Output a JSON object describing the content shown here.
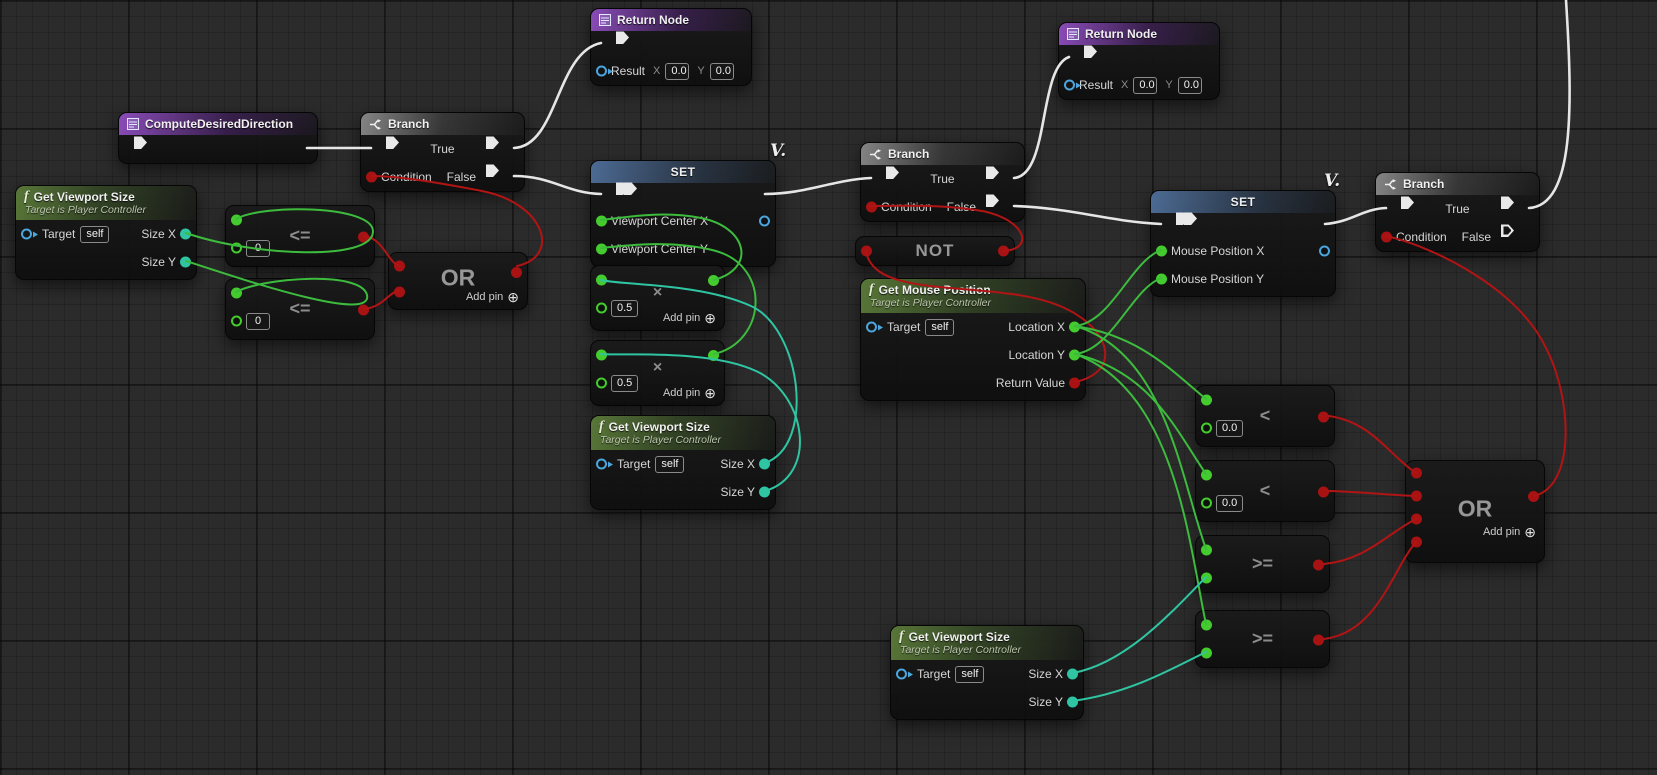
{
  "decor": {
    "v1": "V.",
    "v2": "V."
  },
  "colors": {
    "exec_wire": "#e6e6e6",
    "bool_wire": "#b11414",
    "float_wire": "#3dbb3d",
    "vector_wire": "#2fc5a2",
    "object_pin": "#4ba6dd",
    "float_pin": "#44cc2e",
    "bool_pin": "#a81212"
  },
  "nodes": {
    "return1": {
      "title": "Return Node",
      "result": "Result",
      "x_label": "X",
      "x_value": "0.0",
      "y_label": "Y",
      "y_value": "0.0"
    },
    "return2": {
      "title": "Return Node",
      "result": "Result",
      "x_label": "X",
      "x_value": "0.0",
      "y_label": "Y",
      "y_value": "0.0"
    },
    "compute": {
      "title": "ComputeDesiredDirection"
    },
    "branch1": {
      "title": "Branch",
      "condition": "Condition",
      "true_label": "True",
      "false_label": "False"
    },
    "branch2": {
      "title": "Branch",
      "condition": "Condition",
      "true_label": "True",
      "false_label": "False"
    },
    "branch3": {
      "title": "Branch",
      "condition": "Condition",
      "true_label": "True",
      "false_label": "False"
    },
    "gvs1": {
      "title": "Get Viewport Size",
      "subtitle": "Target is Player Controller",
      "target": "Target",
      "self_value": "self",
      "size_x": "Size X",
      "size_y": "Size Y"
    },
    "gvs2": {
      "title": "Get Viewport Size",
      "subtitle": "Target is Player Controller",
      "target": "Target",
      "self_value": "self",
      "size_x": "Size X",
      "size_y": "Size Y"
    },
    "gvs3": {
      "title": "Get Viewport Size",
      "subtitle": "Target is Player Controller",
      "target": "Target",
      "self_value": "self",
      "size_x": "Size X",
      "size_y": "Size Y"
    },
    "gmp": {
      "title": "Get Mouse Position",
      "subtitle": "Target is Player Controller",
      "target": "Target",
      "self_value": "self",
      "location_x": "Location X",
      "location_y": "Location Y",
      "return_value": "Return Value"
    },
    "set1": {
      "title": "SET",
      "pin1": "Viewport Center X",
      "pin2": "Viewport Center Y"
    },
    "set2": {
      "title": "SET",
      "pin1": "Mouse Position X",
      "pin2": "Mouse Position Y"
    },
    "lte1": {
      "op": "<=",
      "value": "0"
    },
    "lte2": {
      "op": "<=",
      "value": "0"
    },
    "lt1": {
      "op": "<",
      "value": "0.0"
    },
    "lt2": {
      "op": "<",
      "value": "0.0"
    },
    "gte1": {
      "op": ">="
    },
    "gte2": {
      "op": ">="
    },
    "or1": {
      "op": "OR",
      "add_pin": "Add pin"
    },
    "or2": {
      "op": "OR",
      "add_pin": "Add pin"
    },
    "mul1": {
      "op": "×",
      "value": "0.5",
      "add_pin": "Add pin"
    },
    "mul2": {
      "op": "×",
      "value": "0.5",
      "add_pin": "Add pin"
    },
    "not1": {
      "op": "NOT"
    }
  }
}
